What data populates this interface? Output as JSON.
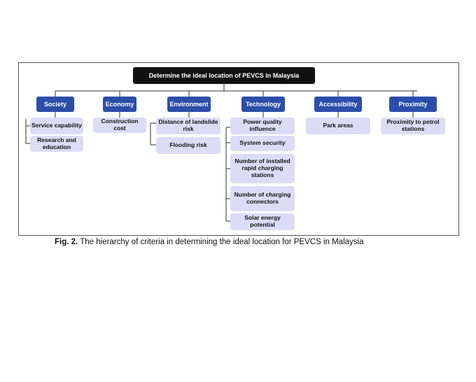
{
  "root_label": "Determine the ideal location of PEVCS in Malaysia",
  "categories": [
    {
      "label": "Society",
      "subs": [
        "Service capability",
        "Research and education"
      ]
    },
    {
      "label": "Economy",
      "subs": [
        "Construction cost"
      ]
    },
    {
      "label": "Environment",
      "subs": [
        "Distance of landslide risk",
        "Flooding risk"
      ]
    },
    {
      "label": "Technology",
      "subs": [
        "Power quality influence",
        "System security",
        "Number of installed rapid charging stations",
        "Number of charging connectors",
        "Solar energy potential"
      ]
    },
    {
      "label": "Accessibility",
      "subs": [
        "Park areas"
      ]
    },
    {
      "label": "Proximity",
      "subs": [
        "Proximity to petrol stations"
      ]
    }
  ],
  "caption": {
    "prefix": "Fig. 2.",
    "text": " The hierarchy of criteria in determining the ideal location for PEVCS in Malaysia"
  },
  "colors": {
    "root_bg": "#111111",
    "category_bg": "#2b4ea8",
    "subcriterion_bg": "#dcdcf7",
    "connector": "#333333"
  }
}
